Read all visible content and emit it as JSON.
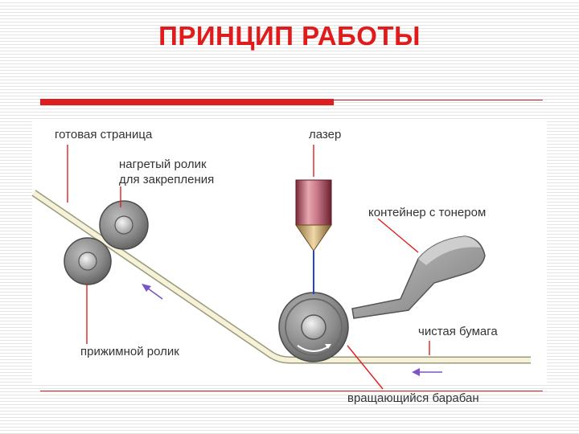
{
  "title": "ПРИНЦИП РАБОТЫ",
  "colors": {
    "title": "#e01b1b",
    "accent": "#dd1e1e",
    "laser": "#2244cc",
    "arrow": "#7b55c8"
  },
  "labels": {
    "finished_page": "готовая страница",
    "heated_roller_line1": "нагретый ролик",
    "heated_roller_line2": "для закрепления",
    "laser": "лазер",
    "toner_container": "контейнер с тонером",
    "clean_paper": "чистая бумага",
    "pressure_roller": "прижимной ролик",
    "rotating_drum": "вращающийся барабан"
  }
}
